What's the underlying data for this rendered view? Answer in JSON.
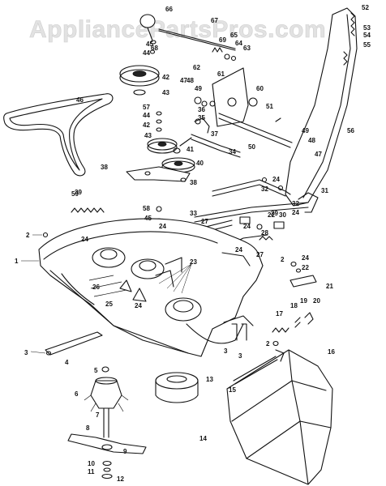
{
  "watermark": "AppliancePartsPros.com",
  "callouts": [
    "1",
    "2",
    "3",
    "4",
    "5",
    "6",
    "7",
    "8",
    "9",
    "10",
    "11",
    "12",
    "13",
    "14",
    "15",
    "16",
    "17",
    "18",
    "19",
    "20",
    "21",
    "22",
    "23",
    "24",
    "25",
    "26",
    "27",
    "28",
    "29",
    "30",
    "31",
    "32",
    "33",
    "34",
    "35",
    "36",
    "37",
    "38",
    "39",
    "40",
    "41",
    "42",
    "43",
    "44",
    "45",
    "46",
    "47",
    "48",
    "49",
    "50",
    "51",
    "52",
    "53",
    "54",
    "55",
    "56",
    "57",
    "58",
    "59",
    "60",
    "61",
    "62",
    "63",
    "64",
    "65",
    "66",
    "67",
    "68",
    "69"
  ]
}
